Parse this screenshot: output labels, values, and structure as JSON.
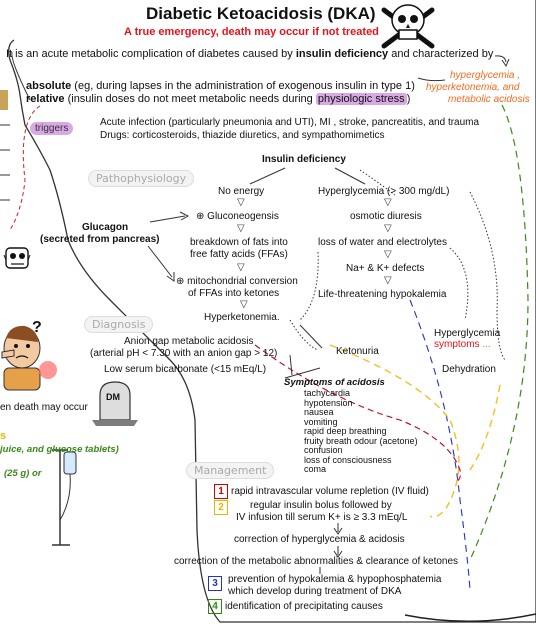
{
  "title": "Diabetic Ketoacidosis (DKA)",
  "subtitle": "A true emergency, death may occur if not treated",
  "definition": {
    "prefix": "It is an acute metabolic complication of diabetes caused by ",
    "bold": "insulin deficiency",
    "suffix": " and characterized by",
    "characterized": [
      "hyperglycemia ,",
      "hyperketonemia, and",
      "metabolic acidosis"
    ]
  },
  "deficiency_types": {
    "absolute_label": "absolute",
    "absolute_text": " (eg, during lapses in the administration of exogenous insulin in type 1)",
    "relative_label": "relative",
    "relative_text": " (insulin doses do not meet metabolic needs during ",
    "relative_highlight": "physiologic stress",
    "relative_end": ")"
  },
  "triggers": {
    "label": "triggers",
    "line1": "Acute infection (particularly pneumonia and UTI), MI , stroke, pancreatitis, and trauma",
    "line2": "Drugs: corticosteroids, thiazide diuretics, and sympathomimetics"
  },
  "sections": {
    "pathophysiology": "Pathophysiology",
    "diagnosis": "Diagnosis",
    "management": "Management"
  },
  "pathophysiology": {
    "root": "Insulin deficiency",
    "no_energy": "No energy",
    "hyperglycemia": "Hyperglycemia (> 300 mg/dL)",
    "gluconeogensis": "Gluconeogensis",
    "osmotic": "osmotic diuresis",
    "breakdown1": "breakdown of fats into",
    "breakdown2": "free fatty acids (FFAs)",
    "loss_water": "loss of water and electrolytes",
    "glucagon1": "Glucagon",
    "glucagon2": "(secreted from pancreas)",
    "na_k": "Na+ & K+ defects",
    "mito1": "mitochondrial conversion",
    "mito2": "of FFAs into ketones",
    "hypokalemia": "Life-threatening hypokalemia",
    "hyperketonemia": "Hyperketonemia.",
    "plus": "⊕"
  },
  "diagnosis": {
    "anion1": "Anion gap metabolic acidosis",
    "anion2": "(arterial pH < 7.30 with an anion gap > 12)",
    "ketonuria": "Ketonuria",
    "bicarb": "Low serum bicarbonate (<15 mEq/L)",
    "hyperglycemia_label": "Hyperglycemia",
    "symptoms_label": "symptoms",
    "ellipsis": "...",
    "dehydration": "Dehydration"
  },
  "symptoms": {
    "title": "Symptoms of acidosis",
    "items": [
      "tachycardia",
      "hypotension",
      "nausea",
      "vomiting",
      "rapid deep breathing",
      "fruity breath odour (acetone)",
      "confusion",
      "loss of consciousness",
      "coma"
    ]
  },
  "management": {
    "n1": "1",
    "step1": "rapid intravascular volume repletion (IV fluid)",
    "n2": "2",
    "step2a": "regular insulin bolus followed by",
    "step2b": "IV infusion till serum K+ is ≥ 3.3 mEq/L",
    "correction_hyper": "correction of hyperglycemia & acidosis",
    "correction_meta": "correction of the metabolic abnormalities & clearance of ketones",
    "n3": "3",
    "step3a": "prevention of hypokalemia & hypophosphatemia",
    "step3b": "which develop during treatment of DKA",
    "n4": "4",
    "step4": "identification of precipitating causes"
  },
  "left_fragments": {
    "death": "en death may occur",
    "letter": "s",
    "juice": "juice, and glucose tablets)",
    "grams": "(25 g) or"
  },
  "tombstone": "DM",
  "icons": [
    "skull-crossbones-icon",
    "sad-person-icon",
    "tombstone-icon",
    "iv-drip-icon",
    "alien-icon"
  ],
  "colors": {
    "red": "#e5141b",
    "orange": "#f26b1d",
    "green": "#3a8a1a",
    "highlight": "#d9a9e6",
    "blue": "#2233cc",
    "yellow": "#f0c020",
    "dark_red": "#c0001a"
  }
}
